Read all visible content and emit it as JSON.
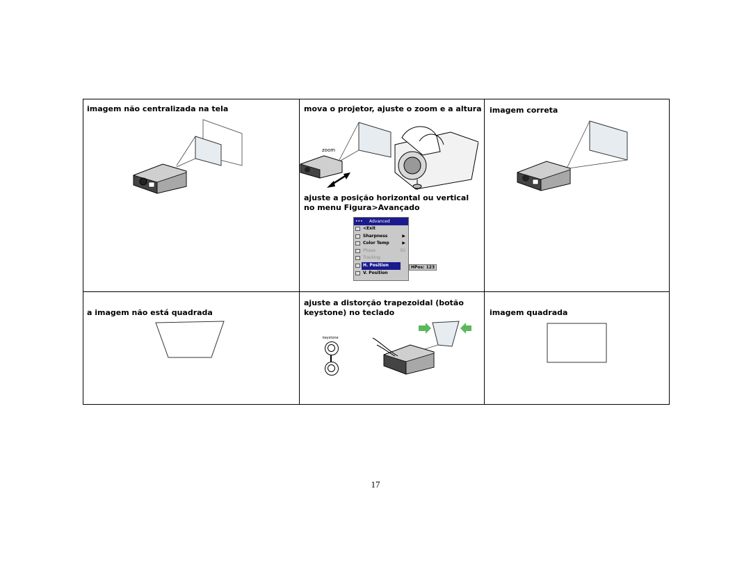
{
  "cells": {
    "r1c1_caption": "imagem não centralizada na tela",
    "r1c2_caption": "mova o projetor, ajuste o zoom e a altura",
    "r1c3_caption": "imagem correta",
    "r1c2_caption_b": "ajuste a posição horizontal ou vertical no menu Figura>Avançado",
    "r2c1_caption": "a imagem não está quadrada",
    "r2c2_caption": "ajuste a distorção trapezoidal (botão keystone) no teclado",
    "r2c3_caption": "imagem quadrada"
  },
  "zoom_label": "zoom",
  "keystone_label": "keystone",
  "menu": {
    "title_dots": "•••",
    "title": "Advanced",
    "items": [
      {
        "label": "<Exit",
        "value": "",
        "state": "normal"
      },
      {
        "label": "Sharpness",
        "value": "▶",
        "state": "normal"
      },
      {
        "label": "Color Temp",
        "value": "▶",
        "state": "normal"
      },
      {
        "label": "Phase",
        "value": "50",
        "state": "dim"
      },
      {
        "label": "Tracking",
        "value": "",
        "state": "dim"
      },
      {
        "label": "H. Position",
        "value": "",
        "state": "selected"
      },
      {
        "label": "V. Position",
        "value": "",
        "state": "normal"
      }
    ],
    "hpos_label": "HPos:",
    "hpos_value": "123"
  },
  "page_number": "17",
  "colors": {
    "menu_title_bg": "#1b1b8e",
    "menu_bg": "#c9c9c9",
    "arrow_green": "#5cb85c"
  }
}
